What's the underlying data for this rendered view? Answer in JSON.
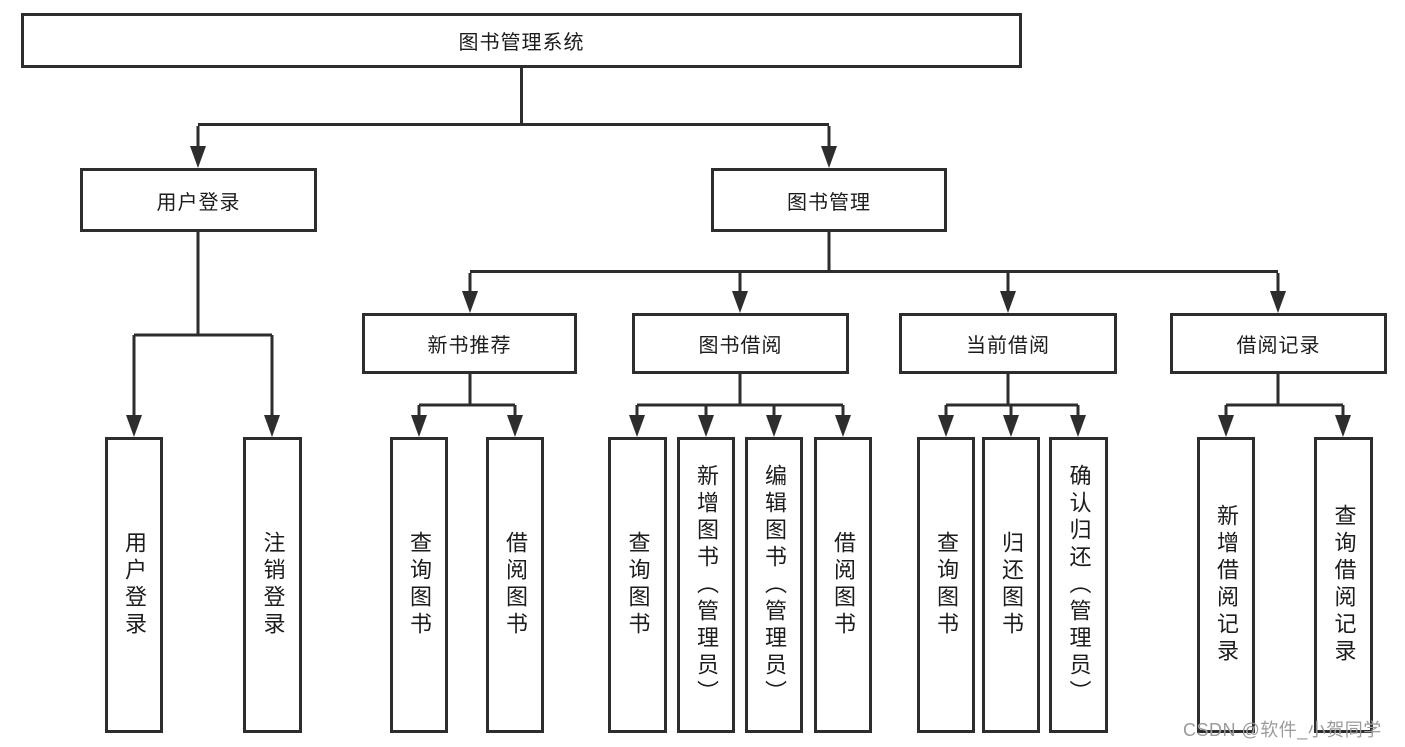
{
  "diagram": {
    "title": "图书管理系统",
    "nodes": {
      "root": "图书管理系统",
      "l2_user_login": "用户登录",
      "l2_book_management": "图书管理",
      "l3_new_book_recommend": "新书推荐",
      "l3_book_borrowing": "图书借阅",
      "l3_current_borrowing": "当前借阅",
      "l3_borrowing_records": "借阅记录",
      "leaf_user_login": "用户登录",
      "leaf_logout_login": "注销登录",
      "leaf_nb_query_books": "查询图书",
      "leaf_nb_borrow_books": "借阅图书",
      "leaf_bb_query_books": "查询图书",
      "leaf_bb_add_books_admin": "新增图书（管理员）",
      "leaf_bb_edit_books_admin": "编辑图书（管理员）",
      "leaf_bb_borrow_books": "借阅图书",
      "leaf_cb_query_books": "查询图书",
      "leaf_cb_return_books": "归还图书",
      "leaf_cb_confirm_return_admin": "确认归还（管理员）",
      "leaf_br_add_borrow_record": "新增借阅记录",
      "leaf_br_query_borrow_record": "查询借阅记录"
    },
    "colors": {
      "line": "#2d2d2d",
      "text": "#1c1c1c",
      "watermark": "#9b9b9b",
      "background": "#ffffff"
    }
  },
  "watermark": {
    "text": "CSDN @软件_小贺同学"
  }
}
